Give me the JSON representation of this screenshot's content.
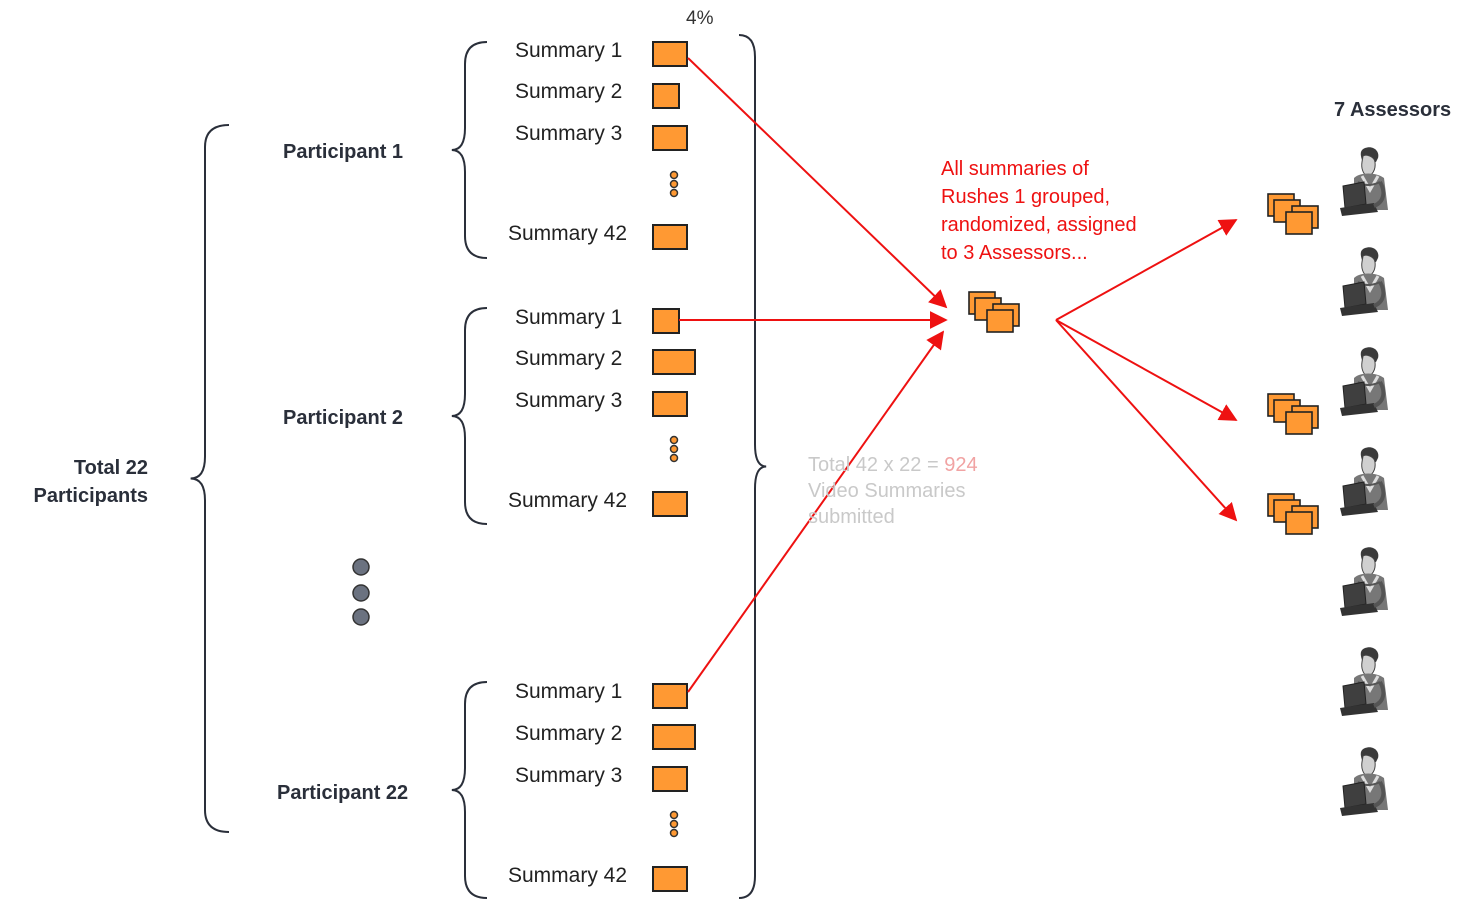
{
  "total_participants": "Total 22\nParticipants",
  "percent_label": "4%",
  "participants": [
    {
      "label": "Participant 1",
      "summaries": [
        "Summary 1",
        "Summary 2",
        "Summary 3",
        "Summary 42"
      ]
    },
    {
      "label": "Participant 2",
      "summaries": [
        "Summary 1",
        "Summary 2",
        "Summary 3",
        "Summary 42"
      ]
    },
    {
      "label": "Participant 22",
      "summaries": [
        "Summary 1",
        "Summary 2",
        "Summary 3",
        "Summary 42"
      ]
    }
  ],
  "total_summaries": {
    "prefix": "Total 42 x 22 = ",
    "value": "924",
    "line2": "Video Summaries",
    "line3": "submitted"
  },
  "grouping_note": "All summaries of\nRushes 1 grouped,\nrandomized, assigned\nto 3 Assessors...",
  "assessors_label": "7 Assessors",
  "assessor_count": 7,
  "assigned_assessor_indices": [
    0,
    2,
    3
  ],
  "colors": {
    "summary_box": "#ff9933",
    "box_stroke": "#222222",
    "arrow": "#ee1111",
    "ellipsis_dot": "#6b7280",
    "text": "#2a2f3a"
  },
  "icons": {
    "summary": "orange-square",
    "stack": "stacked-pages-icon",
    "assessor": "person-at-laptop-icon"
  }
}
